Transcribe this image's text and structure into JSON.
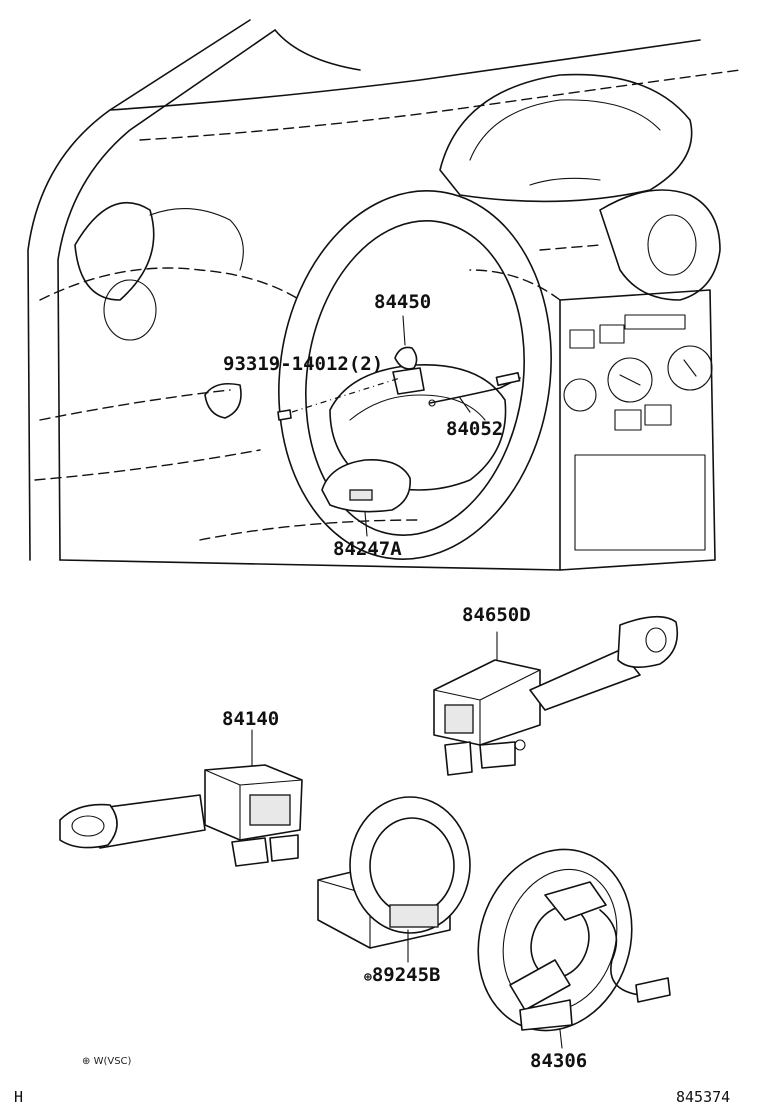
{
  "diagram": {
    "parts": [
      {
        "id": "p84450",
        "label": "84450"
      },
      {
        "id": "p93319",
        "label": "93319-14012(2)"
      },
      {
        "id": "p84052",
        "label": "84052"
      },
      {
        "id": "p84247A",
        "label": "84247A"
      },
      {
        "id": "p84650D",
        "label": "84650D"
      },
      {
        "id": "p84140",
        "label": "84140"
      },
      {
        "id": "p89245B",
        "label": "89245B"
      },
      {
        "id": "p84306",
        "label": "84306"
      }
    ],
    "note": "W(VSC)",
    "marker_note": "⊕",
    "marker_89245B": "⊕",
    "corner_left": "H",
    "figure_number": "845374"
  }
}
